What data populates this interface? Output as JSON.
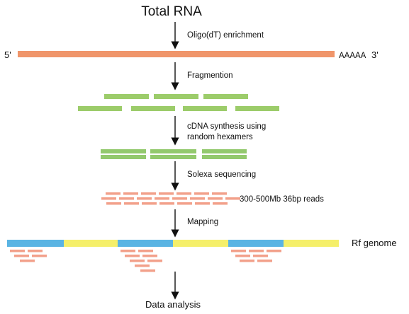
{
  "title": "Total RNA",
  "steps": [
    {
      "label": "Oligo(dT) enrichment"
    },
    {
      "label": "Fragmention"
    },
    {
      "label": "cDNA synthesis using",
      "label2": "random hexamers"
    },
    {
      "label": "Solexa sequencing"
    },
    {
      "label": "Mapping"
    },
    {
      "label": "Data analysis"
    }
  ],
  "mrna": {
    "five_prime": "5'",
    "poly_a": "AAAAA",
    "three_prime": "3'"
  },
  "reads_label": "300-500Mb  36bp reads",
  "genome_label": "Rf genome",
  "colors": {
    "mrna": "#f0956a",
    "fragment": "#9ccc6a",
    "cdna": "#93c96d",
    "read": "#f2a08a",
    "genome_blue": "#5ab4e3",
    "genome_yellow": "#f5ef6a",
    "arrow": "#111111"
  }
}
